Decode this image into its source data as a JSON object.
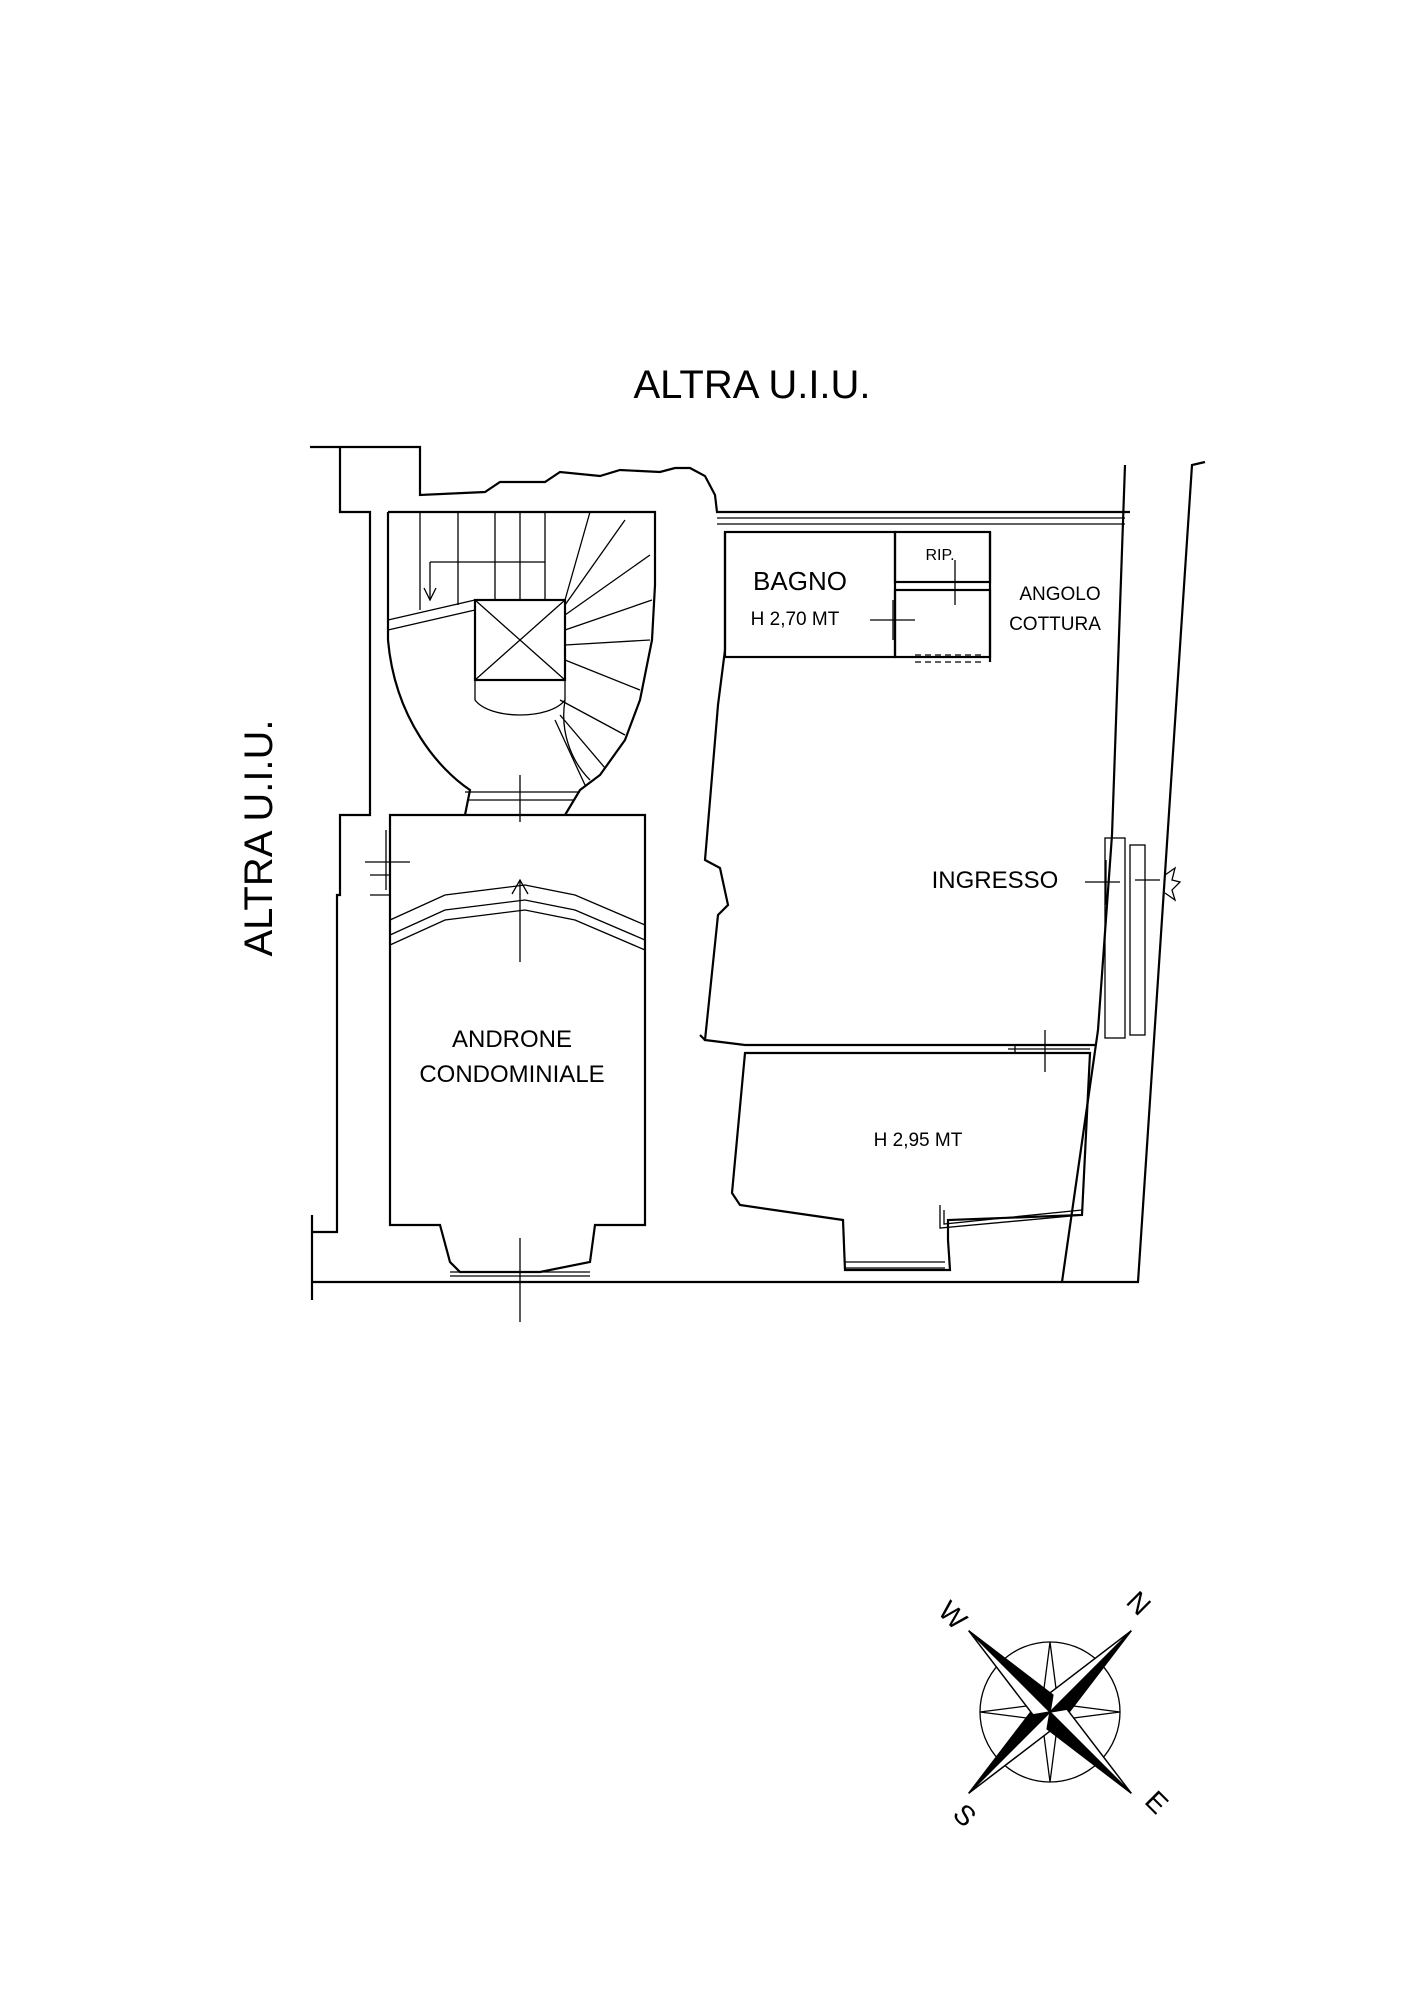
{
  "labels": {
    "neighbor_top": "ALTRA U.I.U.",
    "neighbor_left": "ALTRA U.I.U.",
    "bagno": "BAGNO",
    "bagno_height": "H 2,70 MT",
    "ripostiglio": "RIP.",
    "angolo_line1": "ANGOLO",
    "angolo_line2": "COTTURA",
    "ingresso": "INGRESSO",
    "androne_line1": "ANDRONE",
    "androne_line2": "CONDOMINIALE",
    "lower_room_height": "H 2,95 MT"
  },
  "compass": {
    "north": "N",
    "east": "E",
    "south": "S",
    "west": "W",
    "needle_color": "#000000"
  }
}
